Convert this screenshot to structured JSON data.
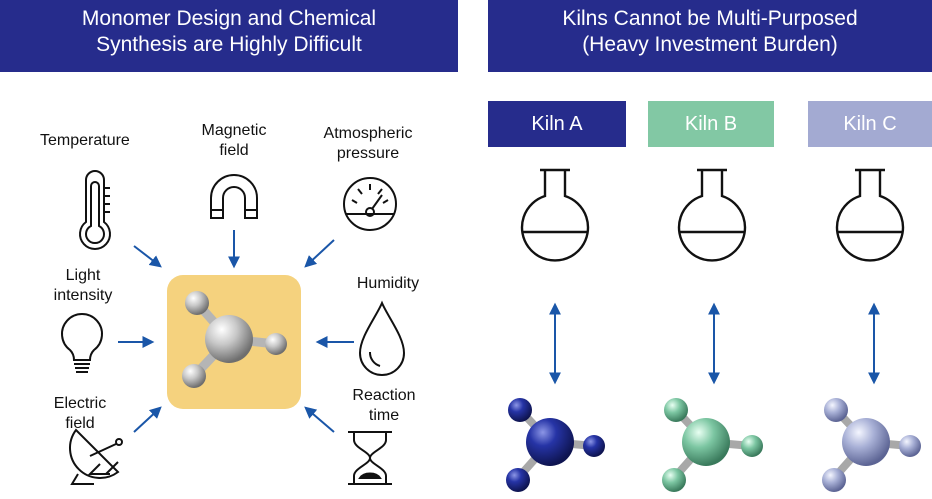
{
  "left_panel": {
    "title_lines": [
      "Monomer Design and Chemical",
      "Synthesis are Highly  Difficult"
    ],
    "factors": {
      "temperature": [
        "Temperature"
      ],
      "magnetic_field": [
        "Magnetic",
        "field"
      ],
      "atmospheric_pressure": [
        "Atmospheric",
        "pressure"
      ],
      "light_intensity": [
        "Light",
        "intensity"
      ],
      "humidity": [
        "Humidity"
      ],
      "electric_field": [
        "Electric",
        "field"
      ],
      "reaction_time": [
        "Reaction",
        "time"
      ]
    }
  },
  "right_panel": {
    "title_lines": [
      "Kilns Cannot be Multi-Purposed",
      "(Heavy Investment Burden)"
    ],
    "kilns": [
      {
        "label": "Kiln A",
        "color": "#262c8c"
      },
      {
        "label": "Kiln B",
        "color": "#82c8a4"
      },
      {
        "label": "Kiln C",
        "color": "#a3aad2"
      }
    ]
  },
  "colors": {
    "banner": "#262c8c",
    "arrow": "#1a56a8",
    "molecule_panel": "#f5d27e",
    "molecule_silver": "#c8c8c8",
    "molecule_navy": "#1e2c8e",
    "molecule_green": "#7cc6a2",
    "molecule_lavender": "#a8b0d6"
  }
}
